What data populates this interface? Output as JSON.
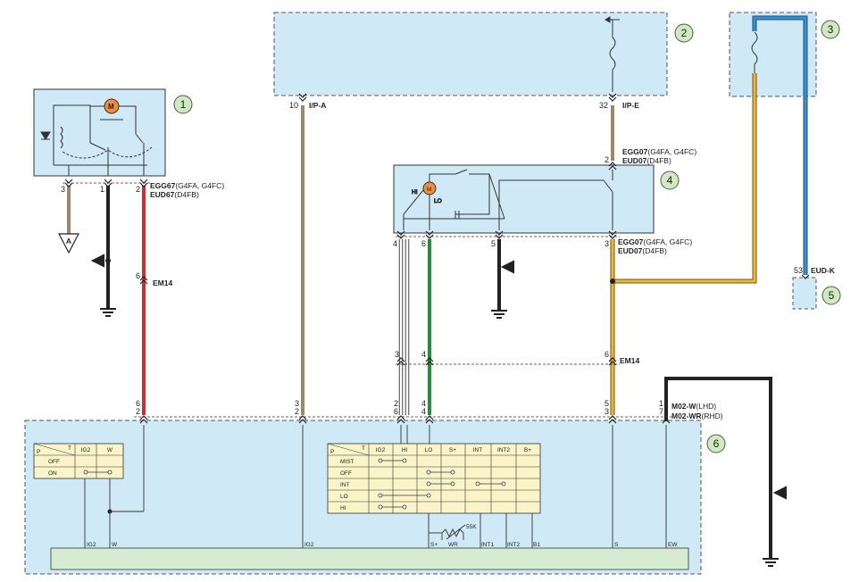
{
  "callouts": [
    "1",
    "2",
    "3",
    "4",
    "5",
    "6"
  ],
  "connectors": {
    "ip_a": "I/P-A",
    "ip_e": "I/P-E",
    "egg67": "EGG67",
    "egg67_var": "(G4FA, G4FC)",
    "eud67": "EUD67",
    "eud67_var": "(D4FB)",
    "egg07_top": "EGG07",
    "egg07_top_var": "(G4FA, G4FC)",
    "eud07_top": "EUD07",
    "eud07_top_var": "(D4FB)",
    "egg07_mid": "EGG07",
    "egg07_mid_var": "(G4FA, G4FC)",
    "eud07_mid": "EUD07",
    "eud07_mid_var": "(D4FB)",
    "em14_left": "EM14",
    "em14_right": "EM14",
    "eud_k": "EUD-K",
    "m02_w": "M02-W",
    "m02_w_var": "(LHD)",
    "m02_wr": "M02-WR",
    "m02_wr_var": "(RHD)",
    "ground_ref": "A",
    "motor": "M",
    "hi": "HI",
    "lo": "LO",
    "resistor": "55K"
  },
  "pins": {
    "p3a": "3",
    "p1a": "1",
    "p2a": "2",
    "p10": "10",
    "p32": "32",
    "p2b": "2",
    "p4a": "4",
    "p6a": "6",
    "p5a": "5",
    "p3b": "3",
    "p53": "53",
    "p6em": "6",
    "p3c": "3",
    "p4b": "4",
    "p6c": "6",
    "p6d": "6",
    "p2d": "2",
    "p3d": "3",
    "p2e": "2",
    "p2f": "2",
    "p6f": "6",
    "p4c": "4",
    "p4d": "4",
    "p5b": "5",
    "p3e": "3",
    "p1b": "1",
    "p7b": "7"
  },
  "switch_table_left": {
    "corner_p": "P",
    "corner_t": "T",
    "headers": [
      "IG2",
      "W"
    ],
    "rows": [
      "OFF",
      "ON"
    ]
  },
  "switch_table_right": {
    "corner_p": "P",
    "corner_t": "T",
    "headers": [
      "IG2",
      "HI",
      "LO",
      "S+",
      "INT",
      "INT2",
      "B+"
    ],
    "rows": [
      "MIST",
      "OFF",
      "INT",
      "LO",
      "HI"
    ]
  },
  "module_pins": {
    "ig2_l": "IG2",
    "w": "W",
    "ig2_m": "IG2",
    "s_plus": "S+",
    "wr": "WR",
    "int1": "INT1",
    "int2": "INT2",
    "b1": "B1",
    "s": "S",
    "ew": "EW"
  },
  "colors": {
    "box_fill": "#cfe9f7",
    "red_wire": "#d92a2a",
    "brown_wire": "#a0876a",
    "green_wire": "#1f8f3a",
    "yellow_wire": "#f2b632",
    "blue_wire": "#3a8fd0",
    "black_wire": "#222222",
    "table_fill": "#fbf4c9",
    "motor_fill": "#f28c3b",
    "callout_fill": "#cfeac0"
  }
}
